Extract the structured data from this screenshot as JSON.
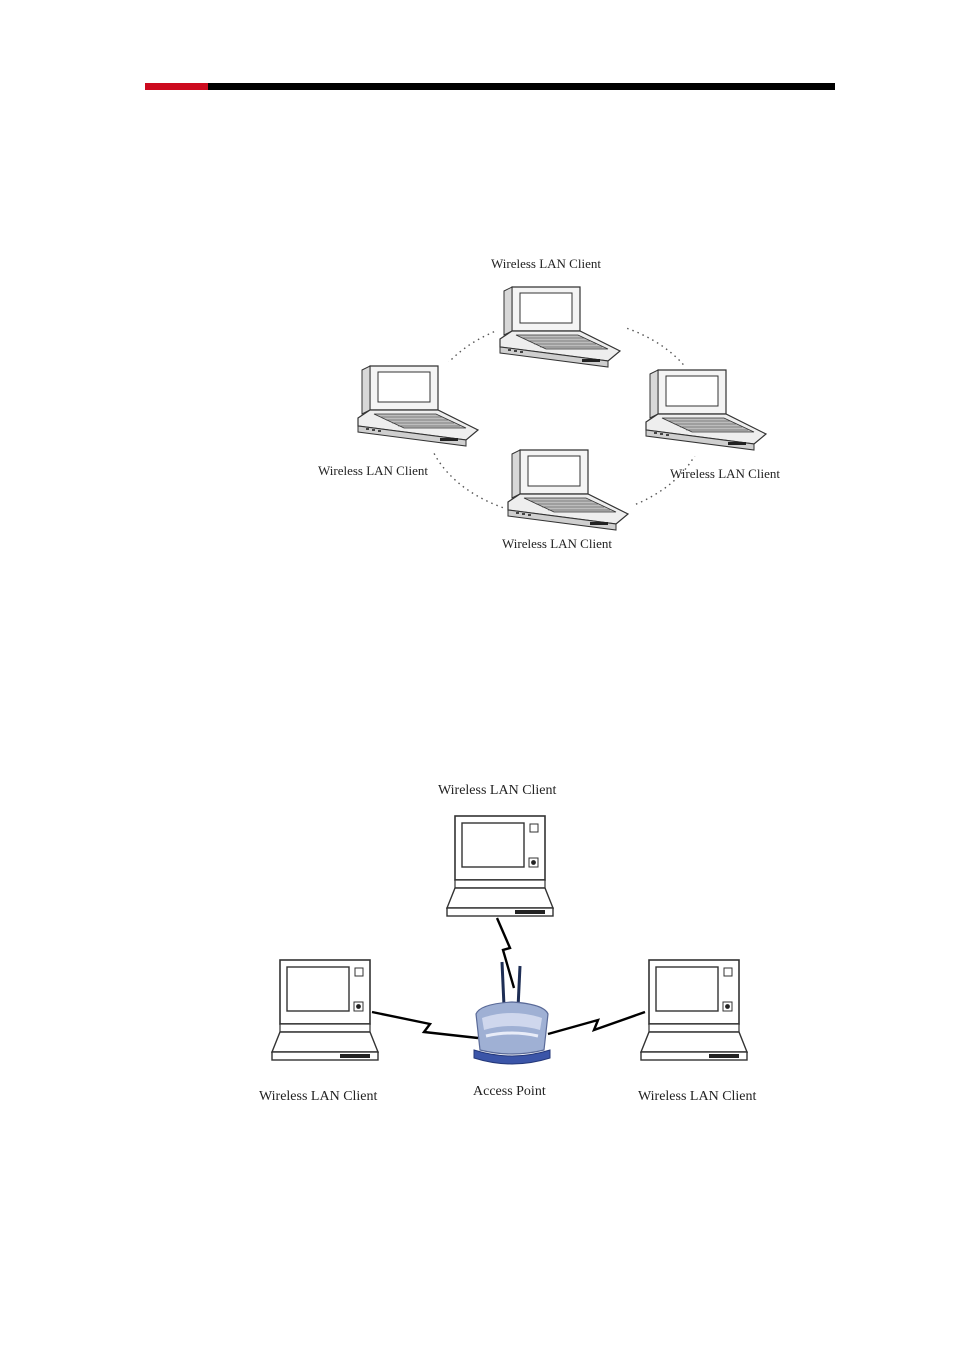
{
  "header": {
    "accent_color": "#cc0a1e",
    "bar_color": "#000000"
  },
  "adhoc_diagram": {
    "nodes": [
      {
        "label": "Wireless LAN Client"
      },
      {
        "label": "Wireless LAN Client"
      },
      {
        "label": "Wireless LAN Client"
      },
      {
        "label": "Wireless LAN Client"
      }
    ]
  },
  "infrastructure_diagram": {
    "clients": [
      {
        "label": "Wireless LAN Client"
      },
      {
        "label": "Wireless LAN Client"
      },
      {
        "label": "Wireless LAN Client"
      }
    ],
    "access_point": {
      "label": "Access Point"
    }
  }
}
